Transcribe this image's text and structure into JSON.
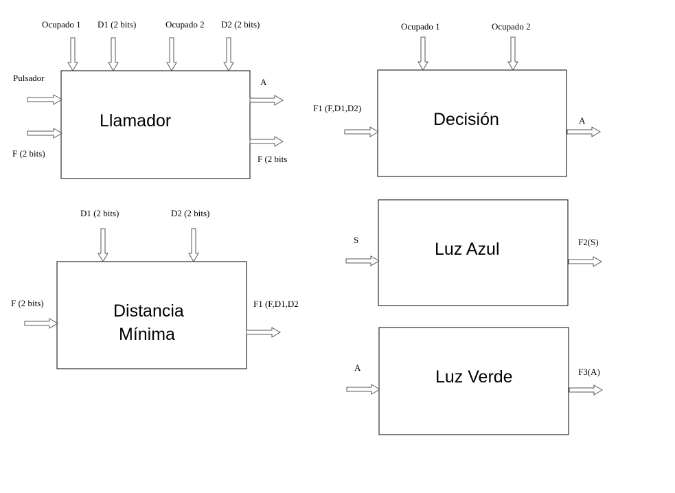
{
  "blocks": {
    "llamador": {
      "title": "Llamador",
      "inputs_top": [
        "Ocupado 1",
        "D1 (2 bits)",
        "Ocupado 2",
        "D2 (2 bits)"
      ],
      "inputs_left": [
        "Pulsador",
        "F (2 bits)"
      ],
      "outputs": [
        "A",
        "F (2 bits"
      ]
    },
    "decision": {
      "title": "Decisión",
      "inputs_top": [
        "Ocupado 1",
        "Ocupado 2"
      ],
      "input_left": "F1 (F,D1,D2)",
      "output": "A"
    },
    "distancia": {
      "title_line1": "Distancia",
      "title_line2": "Mínima",
      "inputs_top": [
        "D1 (2 bits)",
        "D2 (2 bits)"
      ],
      "input_left": "F (2 bits)",
      "output": "F1 (F,D1,D2"
    },
    "luz_azul": {
      "title": "Luz Azul",
      "input": "S",
      "output": "F2(S)"
    },
    "luz_verde": {
      "title": "Luz Verde",
      "input": "A",
      "output": "F3(A)"
    }
  }
}
